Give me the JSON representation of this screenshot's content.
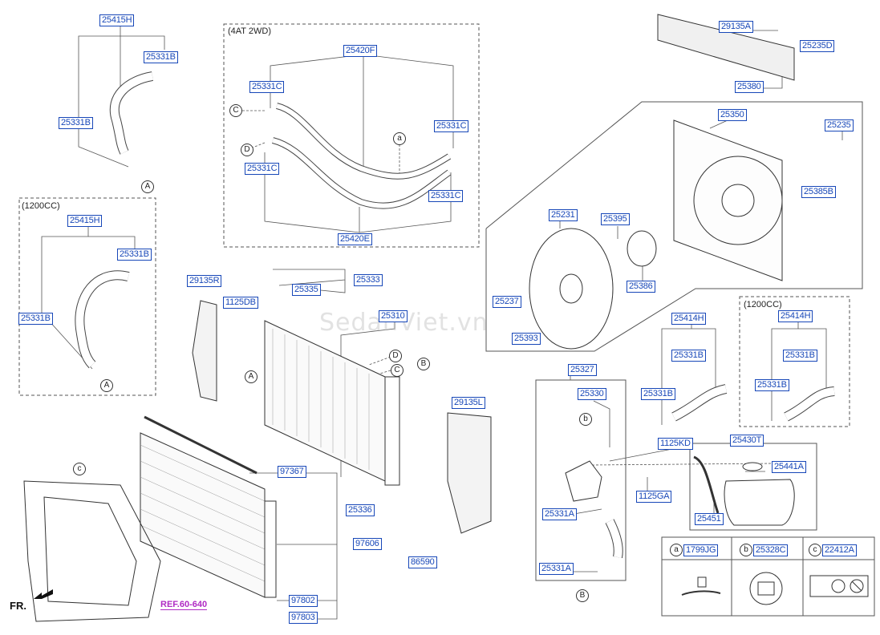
{
  "watermark": "SedanViet.vn",
  "direction_label": "FR.",
  "reference": "REF.60-640",
  "group_captions": {
    "at2wd": "(4AT 2WD)",
    "c1200_left": "(1200CC)",
    "c1200_right": "(1200CC)"
  },
  "parts": {
    "p25415h_top": "25415H",
    "p25331b_tl1": "25331B",
    "p25331b_tl2": "25331B",
    "p25420f": "25420F",
    "p25331c_1": "25331C",
    "p25331c_2": "25331C",
    "p25331c_3": "25331C",
    "p25331c_4": "25331C",
    "p25420e": "25420E",
    "p25415h_left": "25415H",
    "p25331b_l1": "25331B",
    "p25331b_l2": "25331B",
    "p29135r": "29135R",
    "p1125db": "1125DB",
    "p25335": "25335",
    "p25333": "25333",
    "p25310": "25310",
    "p29135l": "29135L",
    "p97367": "97367",
    "p97606": "97606",
    "p97802": "97802",
    "p97803": "97803",
    "p25336": "25336",
    "p86590": "86590",
    "p29135a": "29135A",
    "p25235d": "25235D",
    "p25380": "25380",
    "p25350": "25350",
    "p25235": "25235",
    "p25385b": "25385B",
    "p25231": "25231",
    "p25395": "25395",
    "p25386": "25386",
    "p25237": "25237",
    "p25393": "25393",
    "p25414h": "25414H",
    "p25331b_m1": "25331B",
    "p25331b_m2": "25331B",
    "p25414h_r": "25414H",
    "p25331b_r1": "25331B",
    "p25331b_r2": "25331B",
    "p25327": "25327",
    "p25330": "25330",
    "p1125kd": "1125KD",
    "p25430t": "25430T",
    "p25441a": "25441A",
    "p1125ga": "1125GA",
    "p25451": "25451",
    "p25331a_1": "25331A",
    "p25331a_2": "25331A"
  },
  "callouts": {
    "A": "A",
    "B": "B",
    "C": "C",
    "D": "D",
    "a": "a",
    "b": "b",
    "c": "c"
  },
  "legend": [
    {
      "key": "a",
      "part": "1799JG"
    },
    {
      "key": "b",
      "part": "25328C"
    },
    {
      "key": "c",
      "part": "22412A"
    }
  ]
}
